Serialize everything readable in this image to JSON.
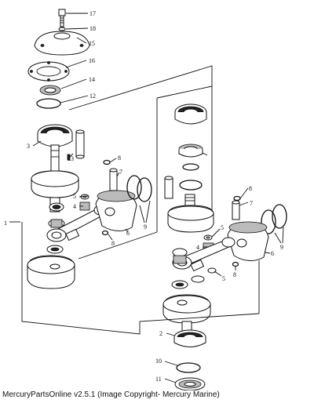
{
  "caption": "MercuryPartsOnline v2.5.1 (Image Copyright- Mercury Marine)",
  "callouts": {
    "c17": "17",
    "c18": "18",
    "c15": "15",
    "c16": "16",
    "c14": "14",
    "c12": "12",
    "c3": "3",
    "c13": "13",
    "c1": "1",
    "l8a": "8",
    "l7a": "7",
    "l5a": "5",
    "l4a": "4",
    "l6a": "6",
    "l9a": "9",
    "l8b": "8",
    "r8a": "8",
    "r7a": "7",
    "r9a": "9",
    "r5a": "5",
    "r4a": "4",
    "r6a": "6",
    "r5b": "5",
    "r8b": "8",
    "c2": "2",
    "c10": "10",
    "c11": "11"
  }
}
